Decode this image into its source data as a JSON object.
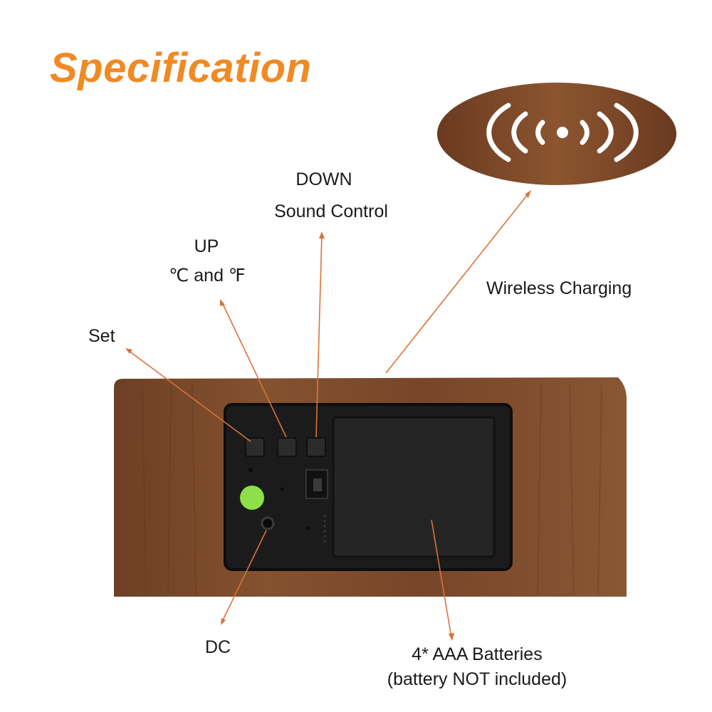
{
  "heading": "Specification",
  "colors": {
    "heading": "#f08a24",
    "wood": "#7a4a2c",
    "wood_dark": "#5e3620",
    "panel": "#1b1b1b",
    "leader_line": "#d9733b",
    "dc_indicator": "#8ee04a"
  },
  "callouts": {
    "set": "Set",
    "up_line1": "UP",
    "up_line2": "℃ and ℉",
    "down_line1": "DOWN",
    "down_line2": "Sound Control",
    "wireless": "Wireless Charging",
    "dc": "DC",
    "batteries_line1": "4* AAA Batteries",
    "batteries_line2": "(battery NOT included)"
  },
  "icons": {
    "wireless_pad": "wireless-charging-icon"
  }
}
